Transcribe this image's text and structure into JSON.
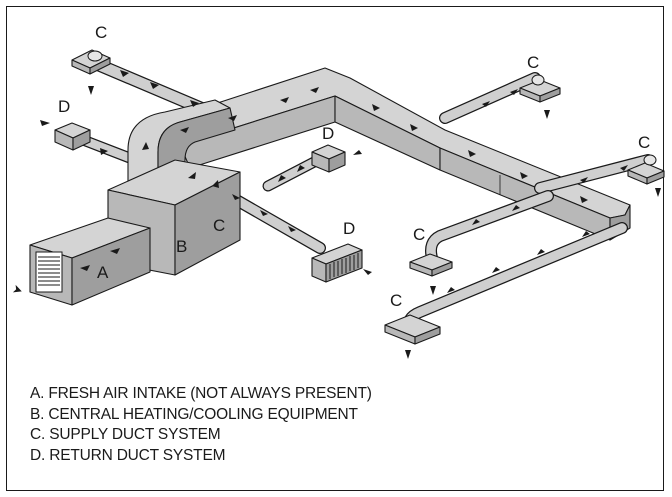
{
  "diagram": {
    "labels": {
      "a": "A",
      "b": "B",
      "c": "C",
      "d": "D"
    },
    "colors": {
      "duct_top": "#d4d4d4",
      "duct_side": "#9e9e9e",
      "outline": "#1a1a1a",
      "background": "#ffffff"
    }
  },
  "legend": {
    "items": [
      "A. FRESH AIR INTAKE (NOT ALWAYS PRESENT)",
      "B. CENTRAL HEATING/COOLING EQUIPMENT",
      "C. SUPPLY DUCT SYSTEM",
      "D. RETURN DUCT SYSTEM"
    ]
  }
}
